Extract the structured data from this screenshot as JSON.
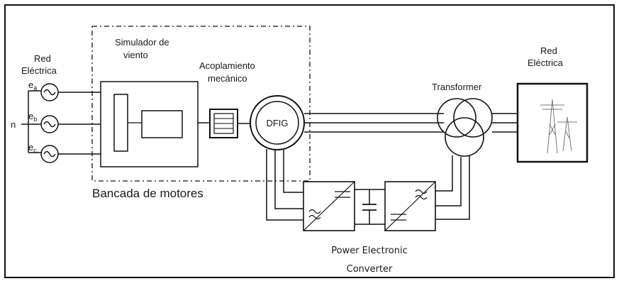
{
  "diagram": {
    "grid_left": {
      "line1": "Red",
      "line2": "Eléctrica",
      "phase_a": "e",
      "phase_b": "e",
      "phase_c": "e",
      "sub_a": "a",
      "sub_b": "b",
      "sub_c": "c",
      "neutral": "n"
    },
    "wind_simulator": {
      "line1": "Simulador de",
      "line2": "viento"
    },
    "coupling": {
      "line1": "Acoplamiento",
      "line2": "mecánico"
    },
    "bench": {
      "label": "Bancada de motores"
    },
    "generator": {
      "label": "DFIG"
    },
    "transformer": {
      "label": "Transformer"
    },
    "grid_right": {
      "line1": "Red",
      "line2": "Eléctrica"
    },
    "converter": {
      "line1": "Power Electronic",
      "line2": "Converter"
    }
  }
}
